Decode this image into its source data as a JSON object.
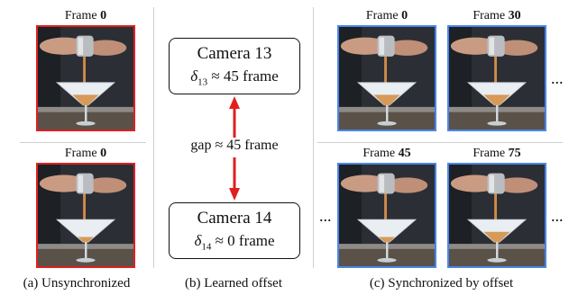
{
  "panel_a": {
    "top": {
      "prefix": "Frame",
      "number": "0"
    },
    "bottom": {
      "prefix": "Frame",
      "number": "0"
    },
    "caption": "(a) Unsynchronized"
  },
  "panel_b": {
    "camera_top": {
      "title": "Camera 13",
      "delta_sub": "13",
      "delta_rest": " ≈ 45 frame"
    },
    "gap_label": "gap ≈ 45 frame",
    "camera_bottom": {
      "title": "Camera 14",
      "delta_sub": "14",
      "delta_rest": " ≈ 0 frame"
    },
    "caption": "(b) Learned offset",
    "arrow_color": "#e02020"
  },
  "panel_c": {
    "top": [
      {
        "prefix": "Frame",
        "number": "0"
      },
      {
        "prefix": "Frame",
        "number": "30"
      }
    ],
    "bottom": [
      {
        "prefix": "Frame",
        "number": "45"
      },
      {
        "prefix": "Frame",
        "number": "75"
      }
    ],
    "ellipsis": "...",
    "caption": "(c) Synchronized by offset"
  },
  "colors": {
    "unsync_border": "#e02020",
    "sync_border": "#4a86e8"
  }
}
